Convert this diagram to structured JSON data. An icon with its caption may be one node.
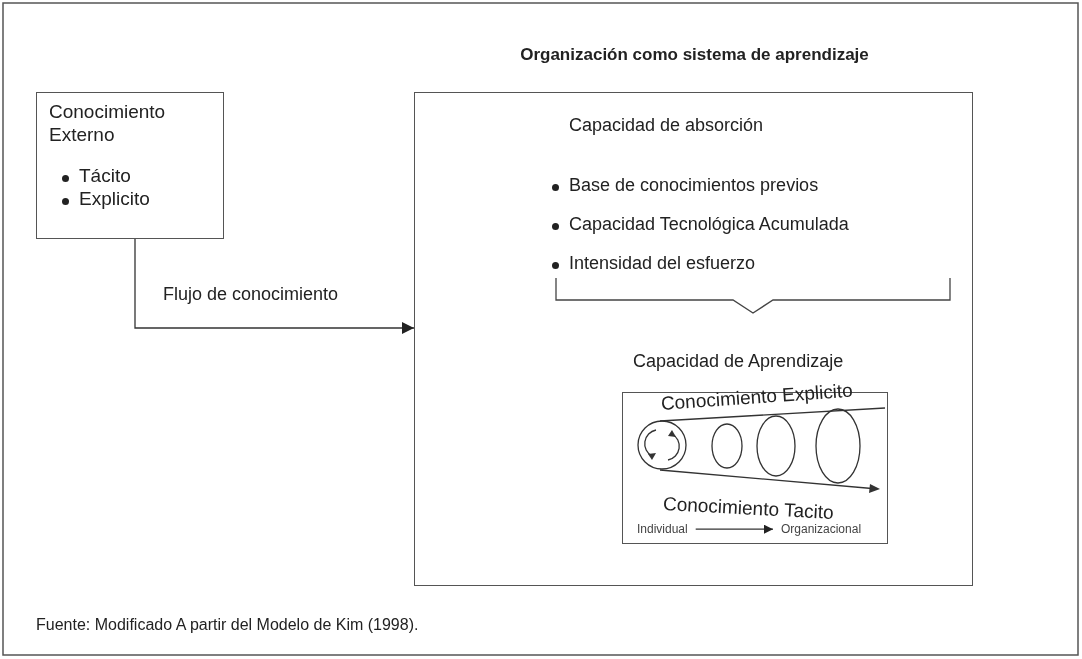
{
  "diagram": {
    "nodes": [
      {
        "text": [
          "Conocimiento Externo",
          "Tácito",
          "Explicito"
        ]
      },
      {
        "text": [
          "Organización como sistema de aprendizaje",
          "Capacidad de absorción",
          "Base de conocimientos previos",
          "Capacidad Tecnológica Acumulada",
          "Intensidad del esfuerzo"
        ]
      },
      {
        "text": [
          "Capacidad de Aprendizaje",
          "Conocimiento Explicito",
          "Conocimiento Tacito"
        ],
        "in": 1
      },
      {
        "text": [
          "Individual"
        ],
        "in": 2
      },
      {
        "text": [
          "Organizacional"
        ],
        "in": 2
      }
    ],
    "edges": [
      {
        "from": 0,
        "to": 1,
        "arrow": "to",
        "label": "Flujo de conocimiento"
      },
      {
        "from": 3,
        "to": 4,
        "arrow": "to"
      }
    ],
    "caption": "Fuente: Modificado A partir del Modelo de Kim (1998)."
  }
}
